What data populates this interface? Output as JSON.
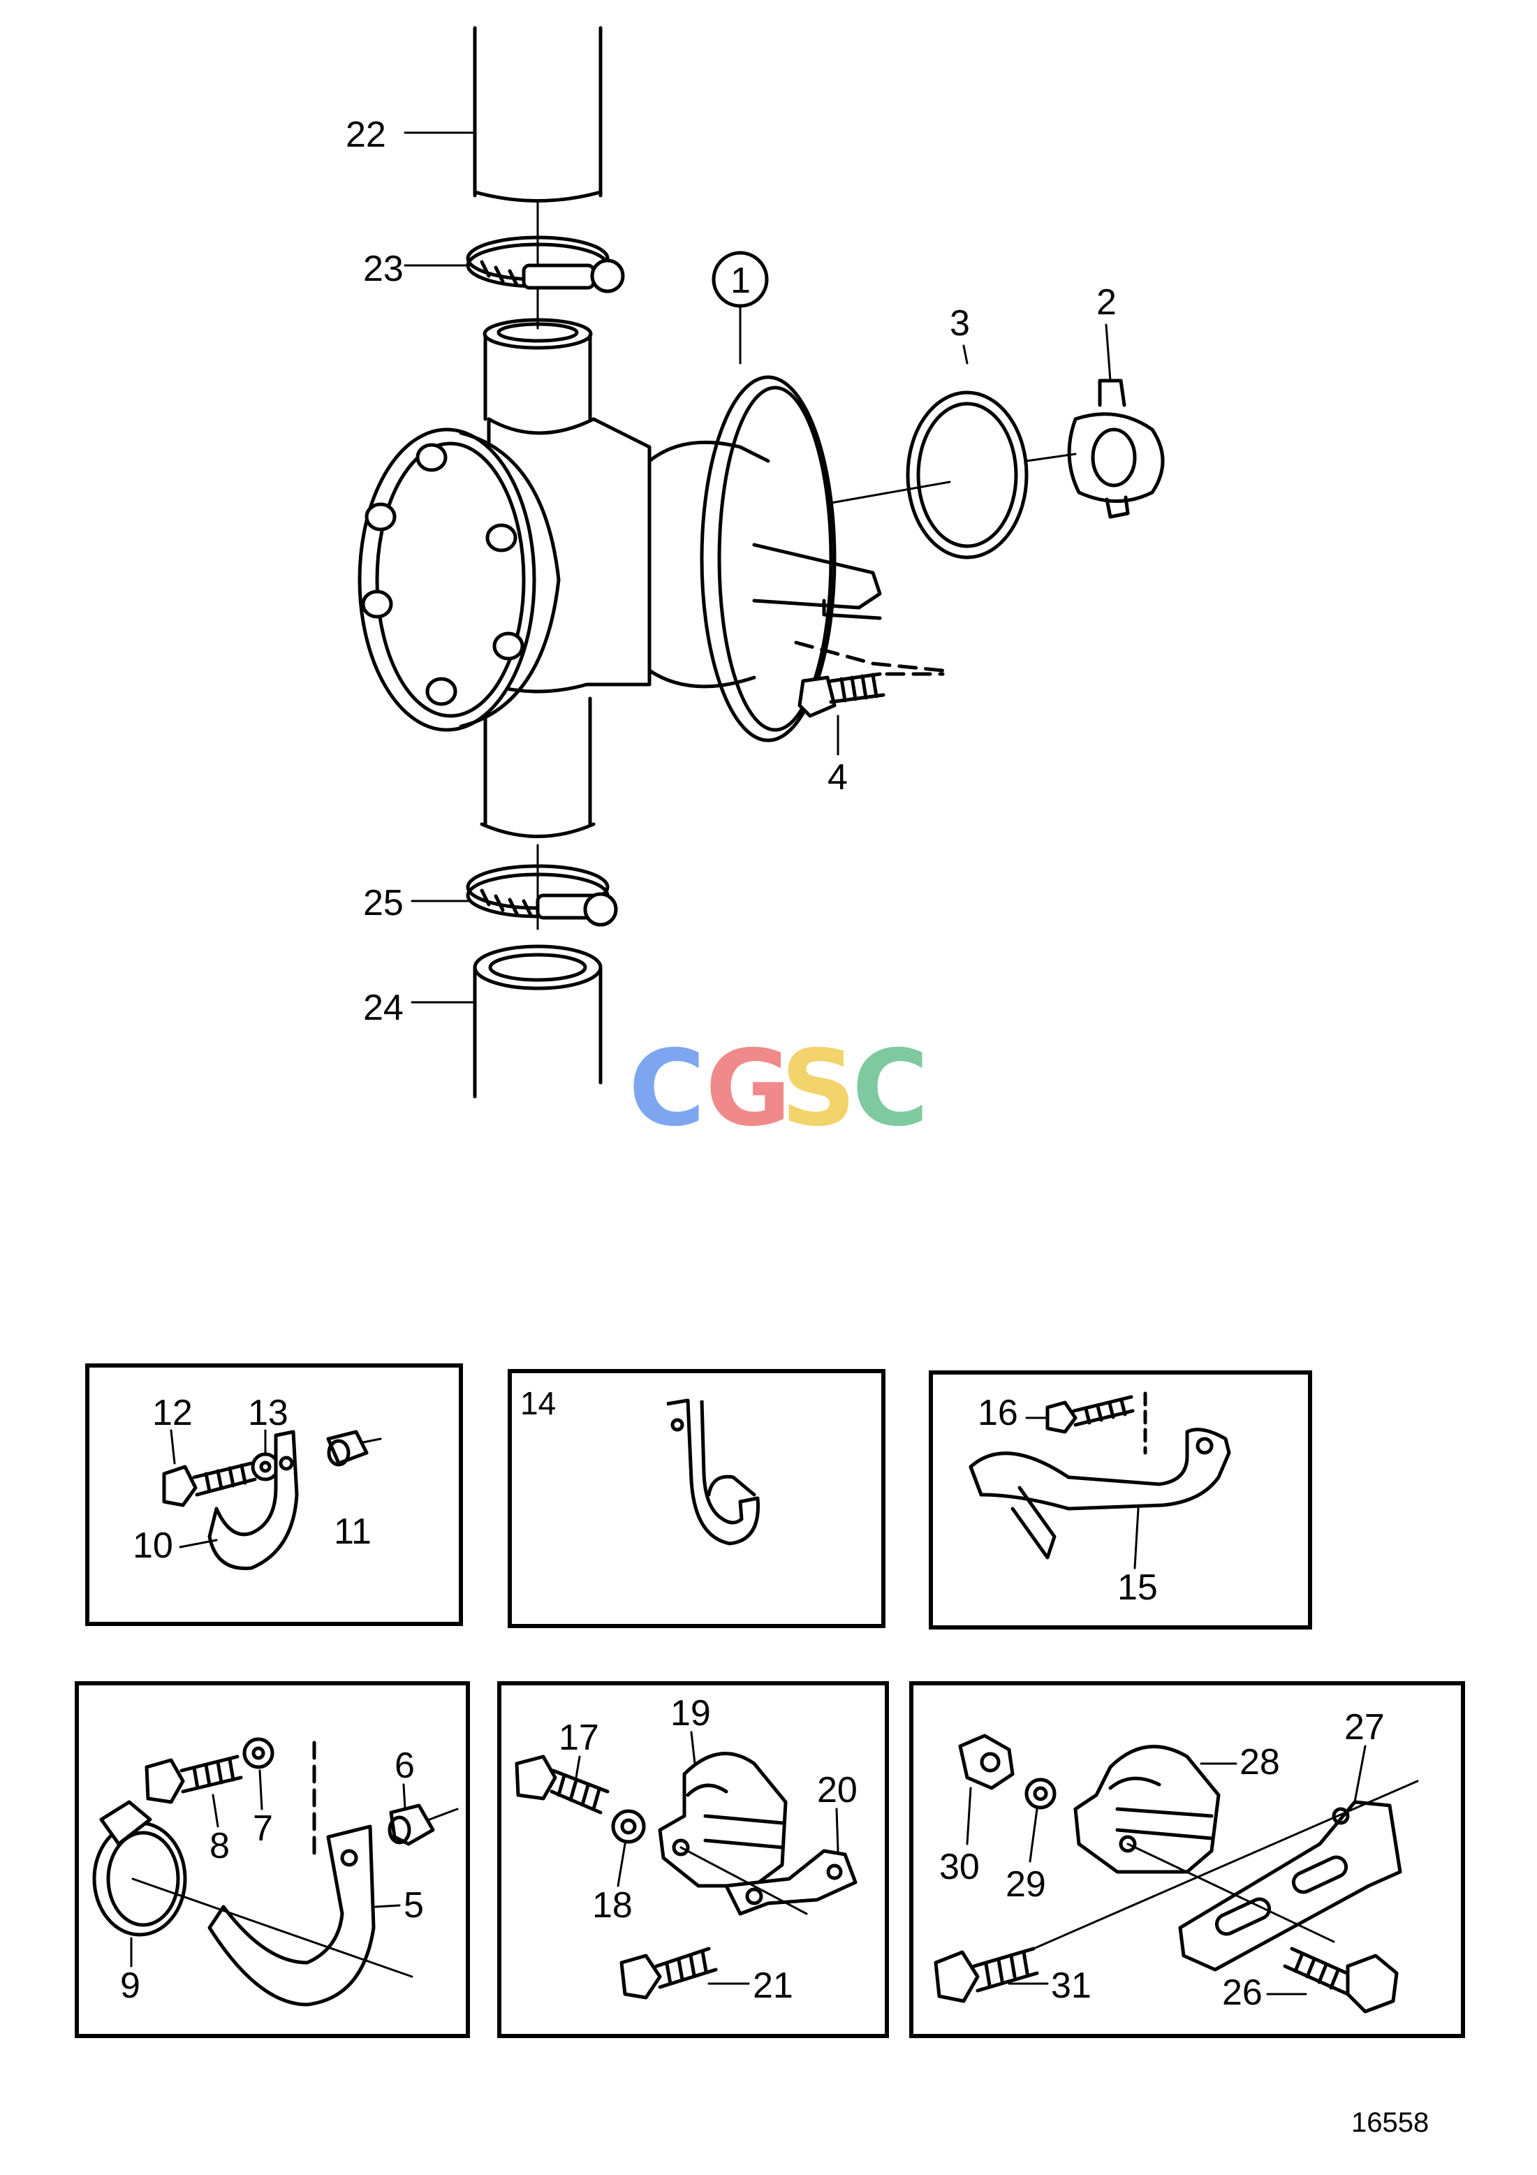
{
  "callouts": {
    "c1": "1",
    "c2": "2",
    "c3": "3",
    "c4": "4",
    "c5": "5",
    "c6": "6",
    "c7": "7",
    "c8": "8",
    "c9": "9",
    "c10": "10",
    "c11": "11",
    "c12": "12",
    "c13": "13",
    "c14": "14",
    "c15": "15",
    "c16": "16",
    "c17": "17",
    "c18": "18",
    "c19": "19",
    "c20": "20",
    "c21": "21",
    "c22": "22",
    "c23": "23",
    "c24": "24",
    "c25": "25",
    "c26": "26",
    "c27": "27",
    "c28": "28",
    "c29": "29",
    "c30": "30",
    "c31": "31"
  },
  "watermark": {
    "letters": [
      "C",
      "G",
      "S",
      "C"
    ],
    "colors": [
      "#7ea6f0",
      "#f08a8a",
      "#f3d36b",
      "#7fc9a0"
    ]
  },
  "figure_number": "16558"
}
